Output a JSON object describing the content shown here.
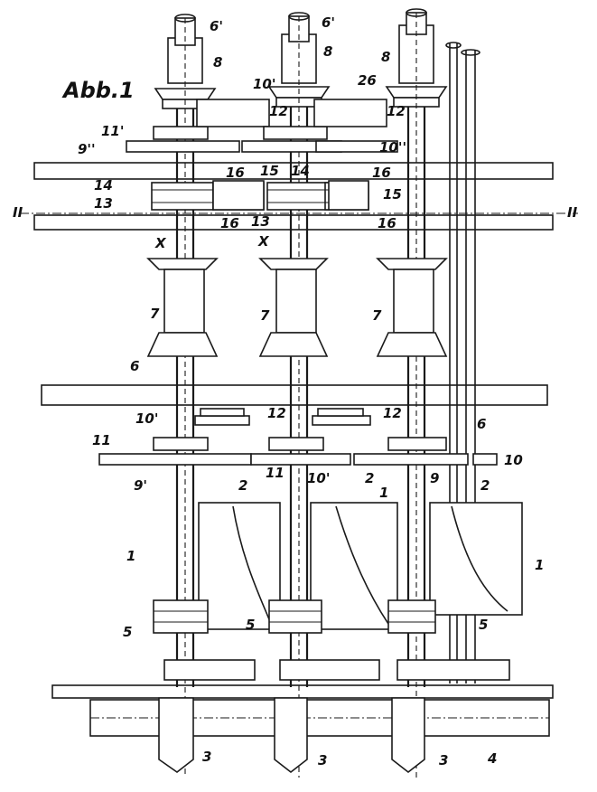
{
  "figure": {
    "title": "Abb.1",
    "section_left": "II",
    "section_right": "II"
  },
  "labels": {
    "shaft_top": "6'",
    "sleeve": "8",
    "gear_10p": "10'",
    "gear_10pp": "10''",
    "gear_11p": "11'",
    "gear_9pp": "9''",
    "lever": "12",
    "bracket": "26",
    "spool": "7",
    "shaft": "6",
    "coupling_14": "14",
    "coupling_13": "13",
    "coupling_15": "15",
    "coupling_16": "16",
    "axis_x": "X",
    "gear_11": "11",
    "gear_9p": "9'",
    "gear_9": "9",
    "gear_10": "10",
    "rod": "2",
    "cone": "1",
    "collar": "5",
    "cutter": "3",
    "main_shaft": "4"
  }
}
